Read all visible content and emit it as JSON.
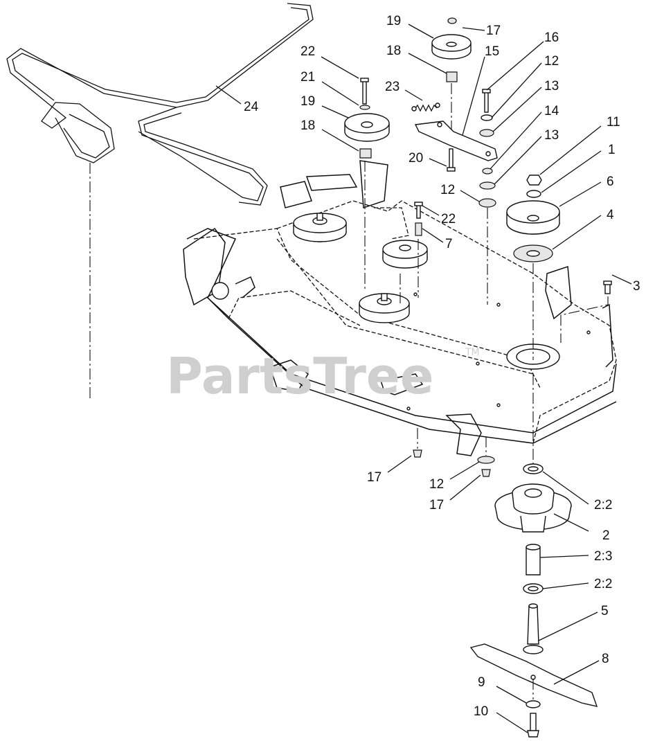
{
  "watermark": {
    "text": "PartsTree",
    "tm": "TM"
  },
  "callouts": [
    {
      "id": "c24",
      "label": "24"
    },
    {
      "id": "c22a",
      "label": "22"
    },
    {
      "id": "c21",
      "label": "21"
    },
    {
      "id": "c19a",
      "label": "19"
    },
    {
      "id": "c18a",
      "label": "18"
    },
    {
      "id": "c19b",
      "label": "19"
    },
    {
      "id": "c17a",
      "label": "17"
    },
    {
      "id": "c18b",
      "label": "18"
    },
    {
      "id": "c15",
      "label": "15"
    },
    {
      "id": "c23",
      "label": "23"
    },
    {
      "id": "c16",
      "label": "16"
    },
    {
      "id": "c12a",
      "label": "12"
    },
    {
      "id": "c13a",
      "label": "13"
    },
    {
      "id": "c14",
      "label": "14"
    },
    {
      "id": "c13b",
      "label": "13"
    },
    {
      "id": "c20",
      "label": "20"
    },
    {
      "id": "c12b",
      "label": "12"
    },
    {
      "id": "c22b",
      "label": "22"
    },
    {
      "id": "c7",
      "label": "7"
    },
    {
      "id": "c11",
      "label": "11"
    },
    {
      "id": "c1",
      "label": "1"
    },
    {
      "id": "c6",
      "label": "6"
    },
    {
      "id": "c4",
      "label": "4"
    },
    {
      "id": "c3",
      "label": "3"
    },
    {
      "id": "c17b",
      "label": "17"
    },
    {
      "id": "c12c",
      "label": "12"
    },
    {
      "id": "c17c",
      "label": "17"
    },
    {
      "id": "c22c",
      "label": "2:2"
    },
    {
      "id": "c2",
      "label": "2"
    },
    {
      "id": "c23c",
      "label": "2:3"
    },
    {
      "id": "c22d",
      "label": "2:2"
    },
    {
      "id": "c5",
      "label": "5"
    },
    {
      "id": "c8",
      "label": "8"
    },
    {
      "id": "c9",
      "label": "9"
    },
    {
      "id": "c10",
      "label": "10"
    }
  ]
}
